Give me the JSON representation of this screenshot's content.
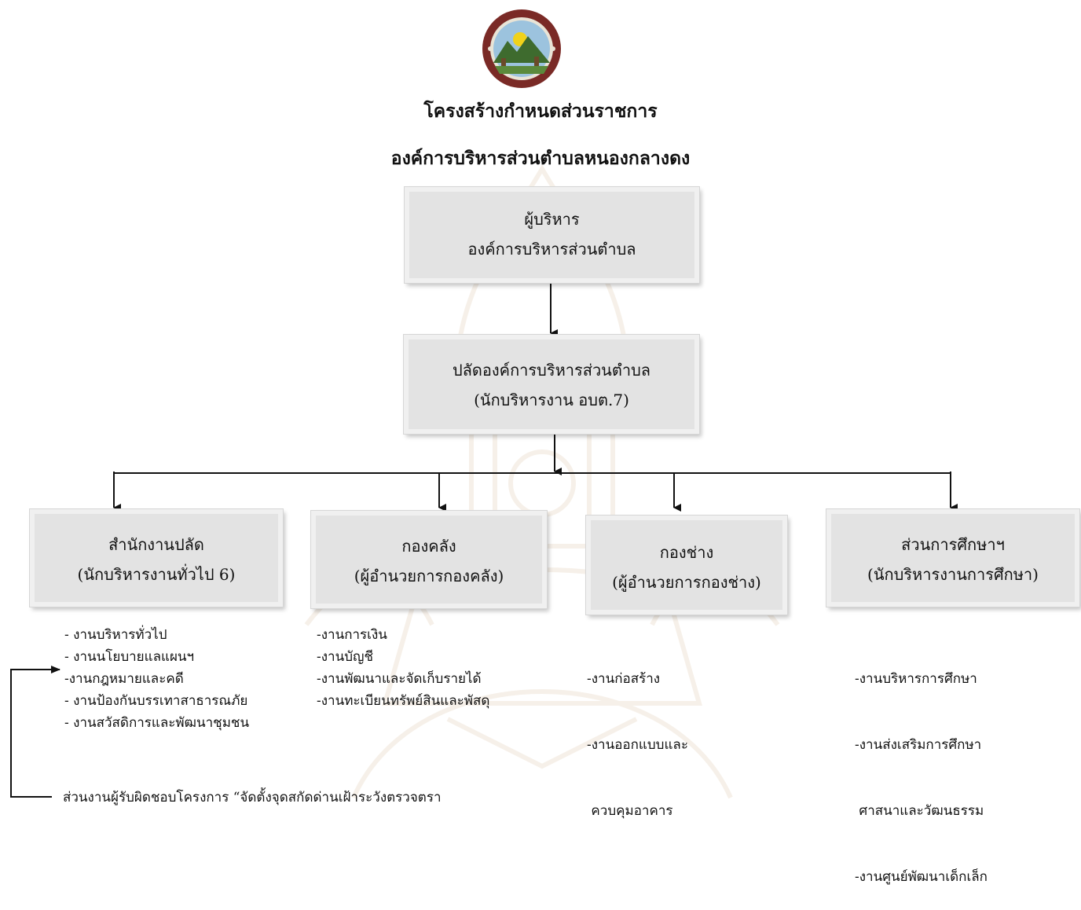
{
  "header": {
    "title": "โครงสร้างกำหนดส่วนราชการ",
    "subtitle": "องค์การบริหารส่วนตำบลหนองกลางดง"
  },
  "logo": {
    "icon": "seal-emblem",
    "colors": {
      "ring": "#7a2a26",
      "mountain": "#3e6b2e",
      "sun": "#f0d21a",
      "sky": "#9cc3de"
    }
  },
  "executive": {
    "line1": "ผู้บริหาร",
    "line2": "องค์การบริหารส่วนตำบล"
  },
  "deputy": {
    "line1": "ปลัดองค์การบริหารส่วนตำบล",
    "line2": "(นักบริหารงาน อบต.7)"
  },
  "divisions": [
    {
      "name": "สำนักงานปลัด",
      "head": "(นักบริหารงานทั่วไป 6)",
      "tasks": [
        "- งานบริหารทั่วไป",
        "- งานนโยบายแลแผนฯ",
        "-งานกฎหมายและคดี",
        "- งานป้องกันบรรเทาสาธารณภัย",
        "- งานสวัสดิการและพัฒนาชุมชน"
      ]
    },
    {
      "name": "กองคลัง",
      "head": "(ผู้อำนวยการกองคลัง)",
      "tasks": [
        "-งานการเงิน",
        "-งานบัญชี",
        "-งานพัฒนาและจัดเก็บรายได้",
        "-งานทะเบียนทรัพย์สินและพัสดุ"
      ]
    },
    {
      "name": "กองช่าง",
      "head": "(ผู้อำนวยการกองช่าง)",
      "tasks": [
        "-งานก่อสร้าง",
        "-งานออกแบบและ",
        " ควบคุมอาคาร"
      ]
    },
    {
      "name": "ส่วนการศึกษาฯ",
      "head": "(นักบริหารงานการศึกษา)",
      "tasks": [
        "-งานบริหารการศึกษา",
        "-งานส่งเสริมการศึกษา",
        " ศาสนาและวัฒนธรรม",
        "-งานศูนย์พัฒนาเด็กเล็ก"
      ]
    }
  ],
  "footnote": "ส่วนงานผู้รับผิดชอบโครงการ “จัดตั้งจุดสกัดด่านเฝ้าระวังตรวจตรา"
}
